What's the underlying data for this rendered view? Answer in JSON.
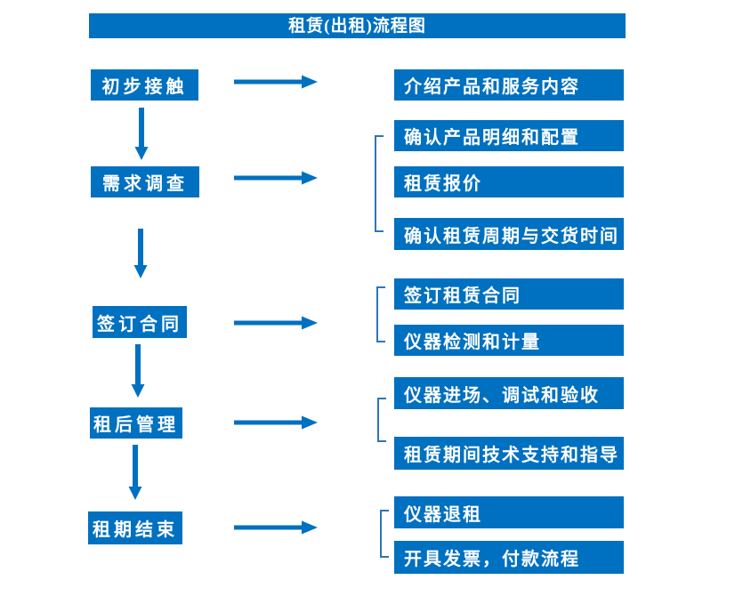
{
  "title": "租赁(出租)流程图",
  "colors": {
    "box_fill": "#0070C0",
    "arrow": "#0070C0",
    "bracket": "#2E75B6",
    "box_text": "#FFFFFF",
    "background": "#FFFFFF"
  },
  "steps": [
    {
      "label": "初步接触",
      "details": [
        "介绍产品和服务内容"
      ]
    },
    {
      "label": "需求调查",
      "details": [
        "确认产品明细和配置",
        "租赁报价",
        "确认租赁周期与交货时间"
      ]
    },
    {
      "label": "签订合同",
      "details": [
        "签订租赁合同",
        "仪器检测和计量"
      ]
    },
    {
      "label": "租后管理",
      "details": [
        "仪器进场、调试和验收",
        "租赁期间技术支持和指导"
      ]
    },
    {
      "label": "租期结束",
      "details": [
        "仪器退租",
        "开具发票，付款流程"
      ]
    }
  ]
}
